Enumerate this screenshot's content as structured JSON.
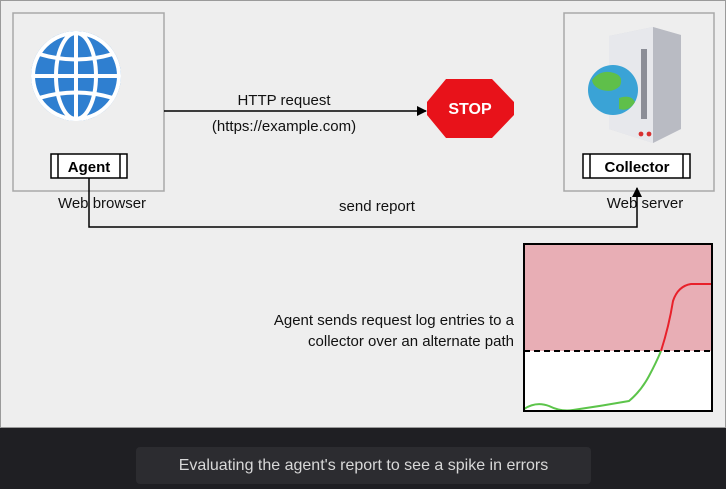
{
  "diagram": {
    "client": {
      "component_label": "Agent",
      "caption": "Web browser",
      "icon": "globe-icon"
    },
    "server": {
      "component_label": "Collector",
      "caption": "Web server",
      "icon": "server-icon"
    },
    "request": {
      "label": "HTTP request",
      "url": "(https://example.com)"
    },
    "stop_sign": {
      "label": "STOP",
      "color": "#e8121a"
    },
    "report_path": {
      "label": "send report"
    },
    "description": {
      "line1": "Agent sends request log entries to a",
      "line2": "collector over an alternate path"
    },
    "error_chart": {
      "zone_color": "#e8aeb5",
      "normal_color": "#5cc44a",
      "alert_color": "#e8202a"
    }
  },
  "footer": {
    "caption": "Evaluating the agent's report to see a spike in errors"
  }
}
